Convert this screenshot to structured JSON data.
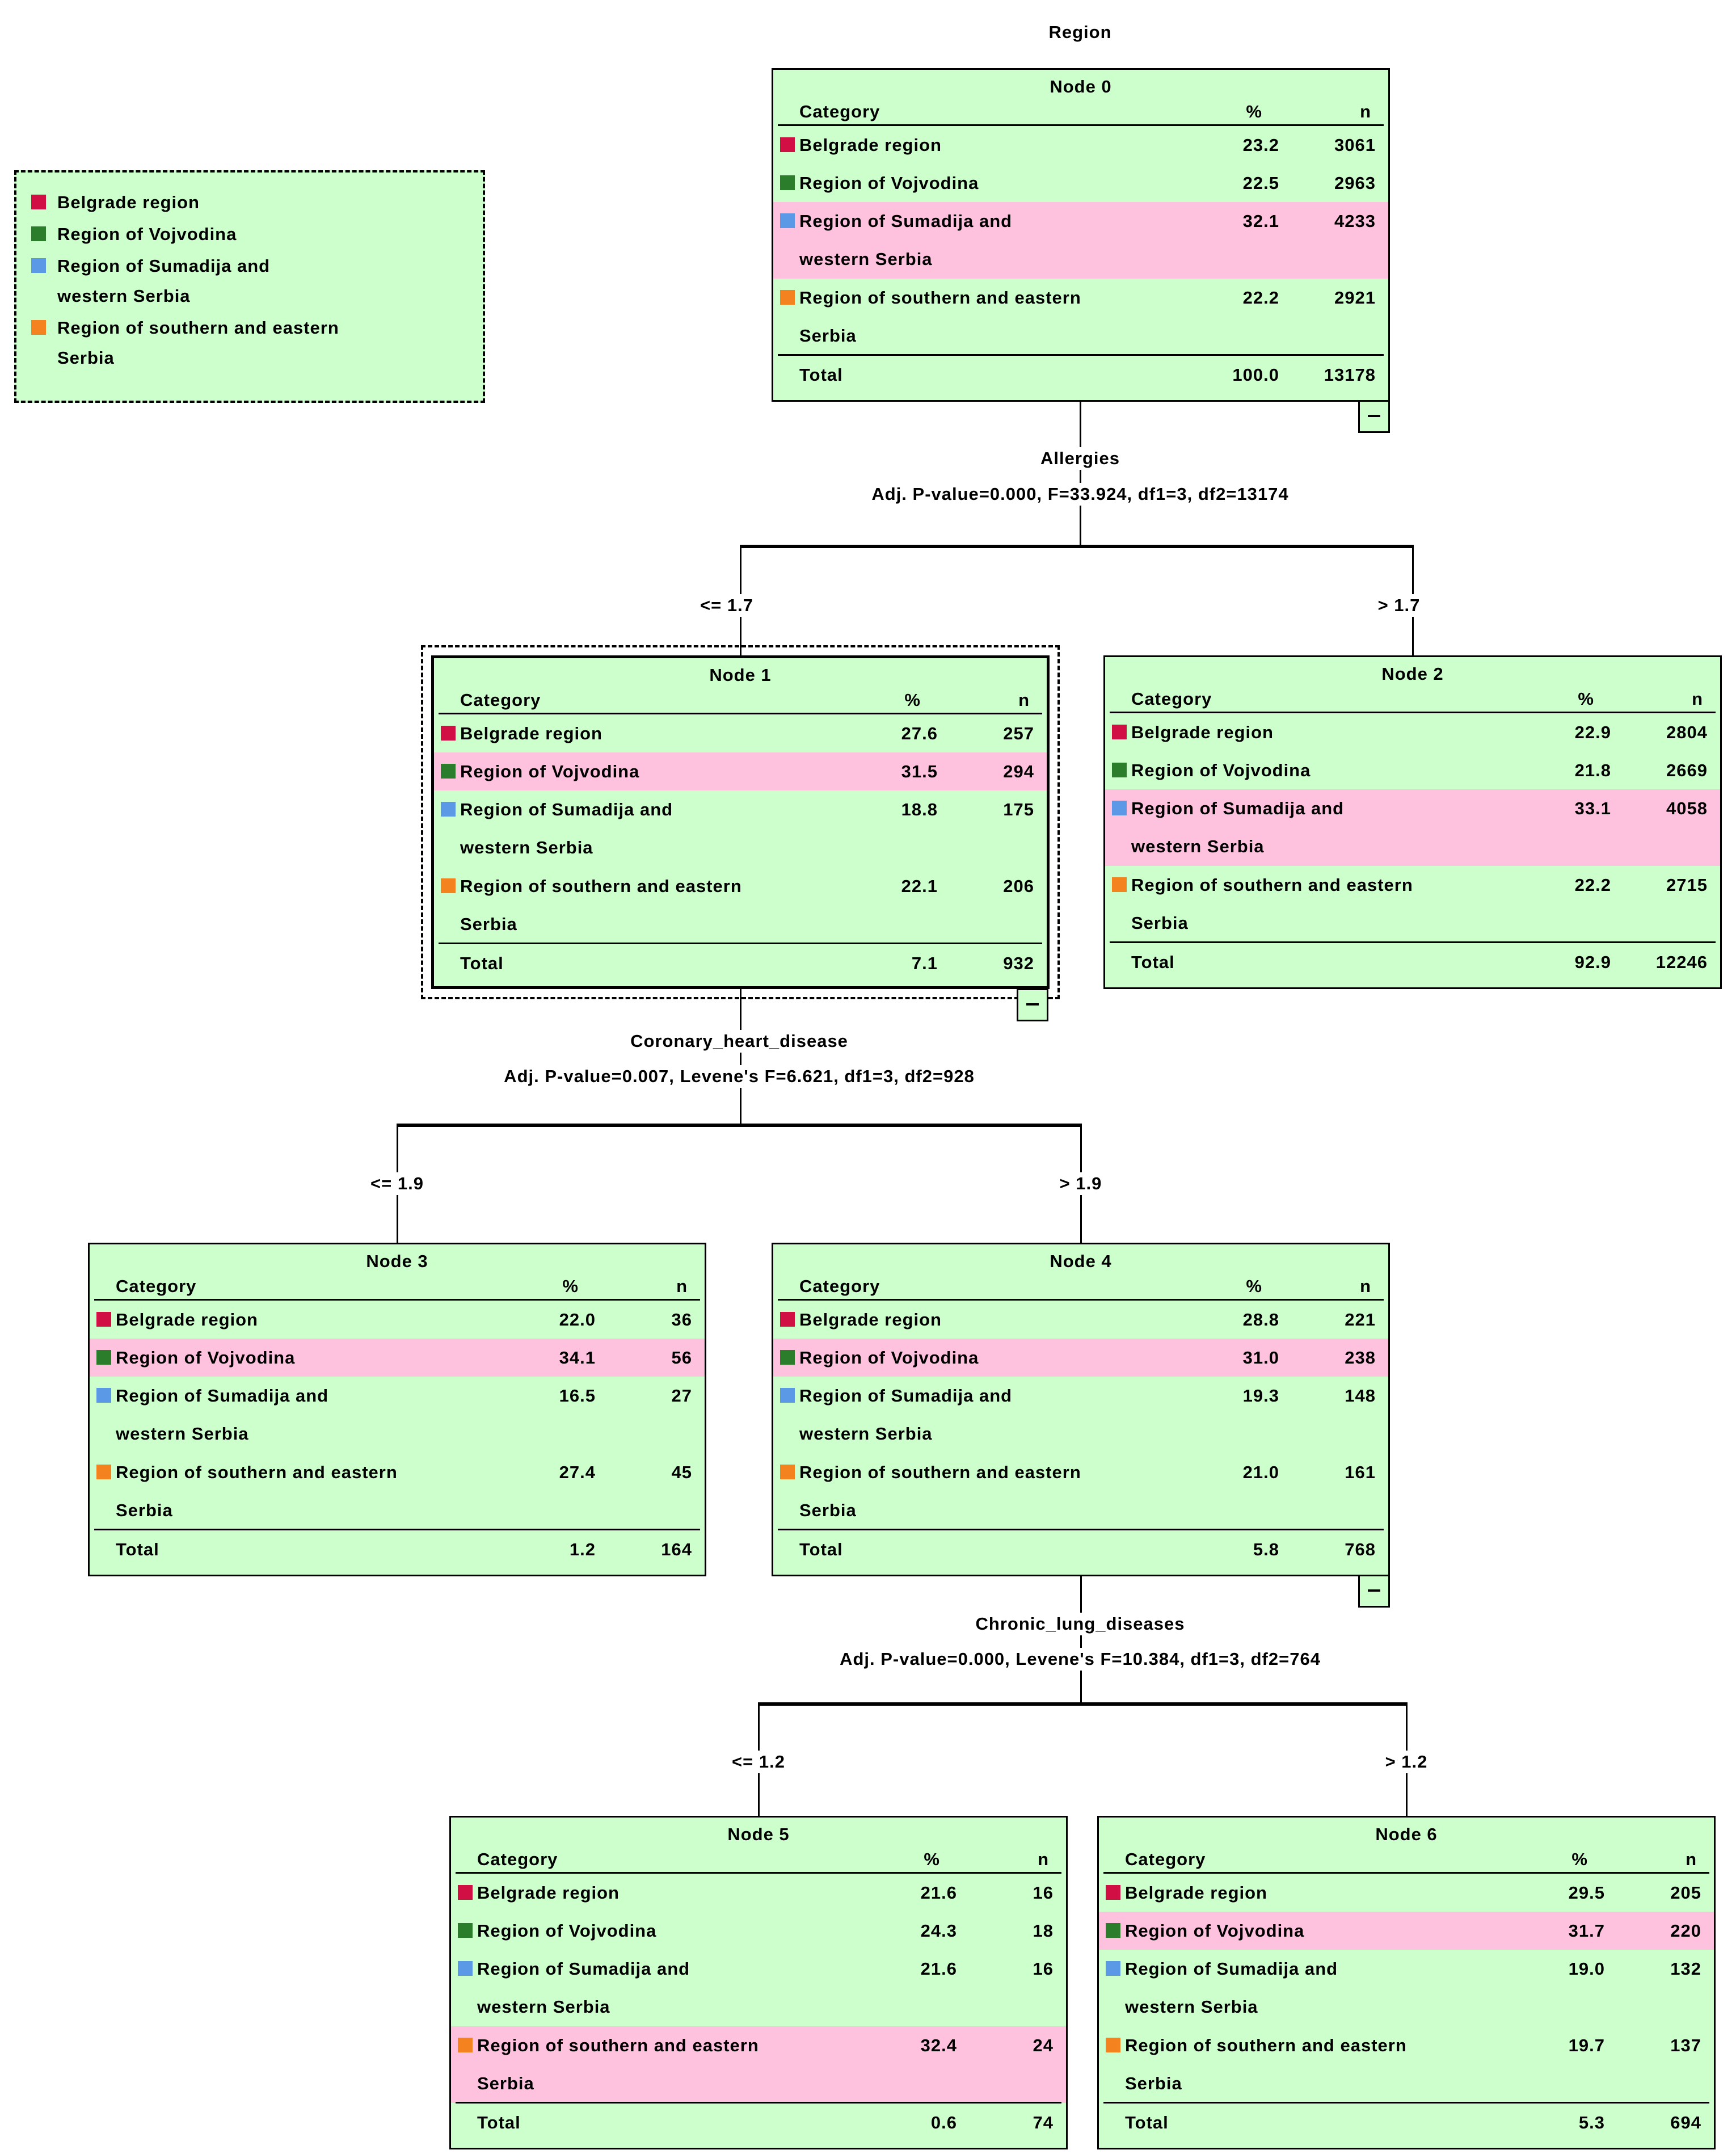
{
  "title": "Region",
  "colors": {
    "node_bg": "#CCFFCC",
    "highlight": "#FFC2DE",
    "red": "#D20F45",
    "green": "#2B7D2B",
    "blue": "#5B99E6",
    "orange": "#F4821E"
  },
  "columns": {
    "category": "Category",
    "pct": "%",
    "n": "n"
  },
  "legend": {
    "items": [
      {
        "color": "red",
        "lines": [
          "Belgrade region"
        ]
      },
      {
        "color": "green",
        "lines": [
          "Region of Vojvodina"
        ]
      },
      {
        "color": "blue",
        "lines": [
          "Region of Sumadija and",
          "western Serbia"
        ]
      },
      {
        "color": "orange",
        "lines": [
          "Region of southern and eastern",
          "Serbia"
        ]
      }
    ]
  },
  "nodes": [
    {
      "title": "Node 0",
      "selected": false,
      "minus": true,
      "rows": [
        {
          "color": "red",
          "lines": [
            "Belgrade region"
          ],
          "pct": "23.2",
          "n": "3061",
          "highlight": false
        },
        {
          "color": "green",
          "lines": [
            "Region of Vojvodina"
          ],
          "pct": "22.5",
          "n": "2963",
          "highlight": false
        },
        {
          "color": "blue",
          "lines": [
            "Region of Sumadija and",
            "western Serbia"
          ],
          "pct": "32.1",
          "n": "4233",
          "highlight": true
        },
        {
          "color": "orange",
          "lines": [
            "Region of southern and eastern",
            "Serbia"
          ],
          "pct": "22.2",
          "n": "2921",
          "highlight": false
        }
      ],
      "total": {
        "label": "Total",
        "pct": "100.0",
        "n": "13178"
      }
    },
    {
      "title": "Node 1",
      "selected": true,
      "minus": true,
      "rows": [
        {
          "color": "red",
          "lines": [
            "Belgrade region"
          ],
          "pct": "27.6",
          "n": "257",
          "highlight": false
        },
        {
          "color": "green",
          "lines": [
            "Region of Vojvodina"
          ],
          "pct": "31.5",
          "n": "294",
          "highlight": true
        },
        {
          "color": "blue",
          "lines": [
            "Region of Sumadija and",
            "western Serbia"
          ],
          "pct": "18.8",
          "n": "175",
          "highlight": false
        },
        {
          "color": "orange",
          "lines": [
            "Region of southern and eastern",
            "Serbia"
          ],
          "pct": "22.1",
          "n": "206",
          "highlight": false
        }
      ],
      "total": {
        "label": "Total",
        "pct": "7.1",
        "n": "932"
      }
    },
    {
      "title": "Node 2",
      "selected": false,
      "minus": false,
      "rows": [
        {
          "color": "red",
          "lines": [
            "Belgrade region"
          ],
          "pct": "22.9",
          "n": "2804",
          "highlight": false
        },
        {
          "color": "green",
          "lines": [
            "Region of Vojvodina"
          ],
          "pct": "21.8",
          "n": "2669",
          "highlight": false
        },
        {
          "color": "blue",
          "lines": [
            "Region of Sumadija and",
            "western Serbia"
          ],
          "pct": "33.1",
          "n": "4058",
          "highlight": true
        },
        {
          "color": "orange",
          "lines": [
            "Region of southern and eastern",
            "Serbia"
          ],
          "pct": "22.2",
          "n": "2715",
          "highlight": false
        }
      ],
      "total": {
        "label": "Total",
        "pct": "92.9",
        "n": "12246"
      }
    },
    {
      "title": "Node 3",
      "selected": false,
      "minus": false,
      "rows": [
        {
          "color": "red",
          "lines": [
            "Belgrade region"
          ],
          "pct": "22.0",
          "n": "36",
          "highlight": false
        },
        {
          "color": "green",
          "lines": [
            "Region of Vojvodina"
          ],
          "pct": "34.1",
          "n": "56",
          "highlight": true
        },
        {
          "color": "blue",
          "lines": [
            "Region of Sumadija and",
            "western Serbia"
          ],
          "pct": "16.5",
          "n": "27",
          "highlight": false
        },
        {
          "color": "orange",
          "lines": [
            "Region of southern and eastern",
            "Serbia"
          ],
          "pct": "27.4",
          "n": "45",
          "highlight": false
        }
      ],
      "total": {
        "label": "Total",
        "pct": "1.2",
        "n": "164"
      }
    },
    {
      "title": "Node 4",
      "selected": false,
      "minus": true,
      "rows": [
        {
          "color": "red",
          "lines": [
            "Belgrade region"
          ],
          "pct": "28.8",
          "n": "221",
          "highlight": false
        },
        {
          "color": "green",
          "lines": [
            "Region of Vojvodina"
          ],
          "pct": "31.0",
          "n": "238",
          "highlight": true
        },
        {
          "color": "blue",
          "lines": [
            "Region of Sumadija and",
            "western Serbia"
          ],
          "pct": "19.3",
          "n": "148",
          "highlight": false
        },
        {
          "color": "orange",
          "lines": [
            "Region of southern and eastern",
            "Serbia"
          ],
          "pct": "21.0",
          "n": "161",
          "highlight": false
        }
      ],
      "total": {
        "label": "Total",
        "pct": "5.8",
        "n": "768"
      }
    },
    {
      "title": "Node 5",
      "selected": false,
      "minus": false,
      "rows": [
        {
          "color": "red",
          "lines": [
            "Belgrade region"
          ],
          "pct": "21.6",
          "n": "16",
          "highlight": false
        },
        {
          "color": "green",
          "lines": [
            "Region of Vojvodina"
          ],
          "pct": "24.3",
          "n": "18",
          "highlight": false
        },
        {
          "color": "blue",
          "lines": [
            "Region of Sumadija and",
            "western Serbia"
          ],
          "pct": "21.6",
          "n": "16",
          "highlight": false
        },
        {
          "color": "orange",
          "lines": [
            "Region of southern and eastern",
            "Serbia"
          ],
          "pct": "32.4",
          "n": "24",
          "highlight": true
        }
      ],
      "total": {
        "label": "Total",
        "pct": "0.6",
        "n": "74"
      }
    },
    {
      "title": "Node 6",
      "selected": false,
      "minus": false,
      "rows": [
        {
          "color": "red",
          "lines": [
            "Belgrade region"
          ],
          "pct": "29.5",
          "n": "205",
          "highlight": false
        },
        {
          "color": "green",
          "lines": [
            "Region of Vojvodina"
          ],
          "pct": "31.7",
          "n": "220",
          "highlight": true
        },
        {
          "color": "blue",
          "lines": [
            "Region of Sumadija and",
            "western Serbia"
          ],
          "pct": "19.0",
          "n": "132",
          "highlight": false
        },
        {
          "color": "orange",
          "lines": [
            "Region of southern and eastern",
            "Serbia"
          ],
          "pct": "19.7",
          "n": "137",
          "highlight": false
        }
      ],
      "total": {
        "label": "Total",
        "pct": "5.3",
        "n": "694"
      }
    }
  ],
  "splits": [
    {
      "variable": "Allergies",
      "stats": "Adj. P-value=0.000, F=33.924, df1=3, df2=13174",
      "left_label": "<= 1.7",
      "right_label": "> 1.7"
    },
    {
      "variable": "Coronary_heart_disease",
      "stats": "Adj. P-value=0.007, Levene's F=6.621, df1=3, df2=928",
      "left_label": "<= 1.9",
      "right_label": "> 1.9"
    },
    {
      "variable": "Chronic_lung_diseases",
      "stats": "Adj. P-value=0.000, Levene's F=10.384, df1=3, df2=764",
      "left_label": "<= 1.2",
      "right_label": "> 1.2"
    }
  ]
}
